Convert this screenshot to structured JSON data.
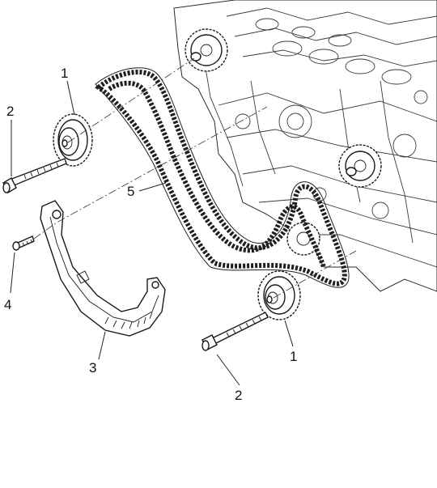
{
  "callouts": {
    "sprocket_top": "1",
    "bolt_left": "2",
    "chain": "5",
    "bolt_small": "4",
    "guide": "3",
    "sprocket_bottom": "1",
    "bolt_bottom": "2"
  }
}
